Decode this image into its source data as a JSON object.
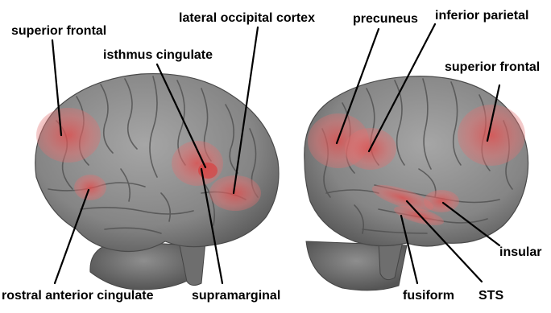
{
  "labels": {
    "superior_frontal_left": "superior frontal",
    "lateral_occipital": "lateral occipital cortex",
    "isthmus_cingulate": "isthmus cingulate",
    "rostral_anterior_cingulate": "rostral anterior cingulate",
    "supramarginal": "supramarginal",
    "precuneus": "precuneus",
    "inferior_parietal": "inferior parietal",
    "superior_frontal_right": "superior frontal",
    "insular": "insular",
    "fusiform": "fusiform",
    "sts": "STS"
  },
  "colors": {
    "brain": "#8a8a8a",
    "brain_dark": "#5a5a5a",
    "highlight": "#e06a6a",
    "line": "#000000"
  }
}
